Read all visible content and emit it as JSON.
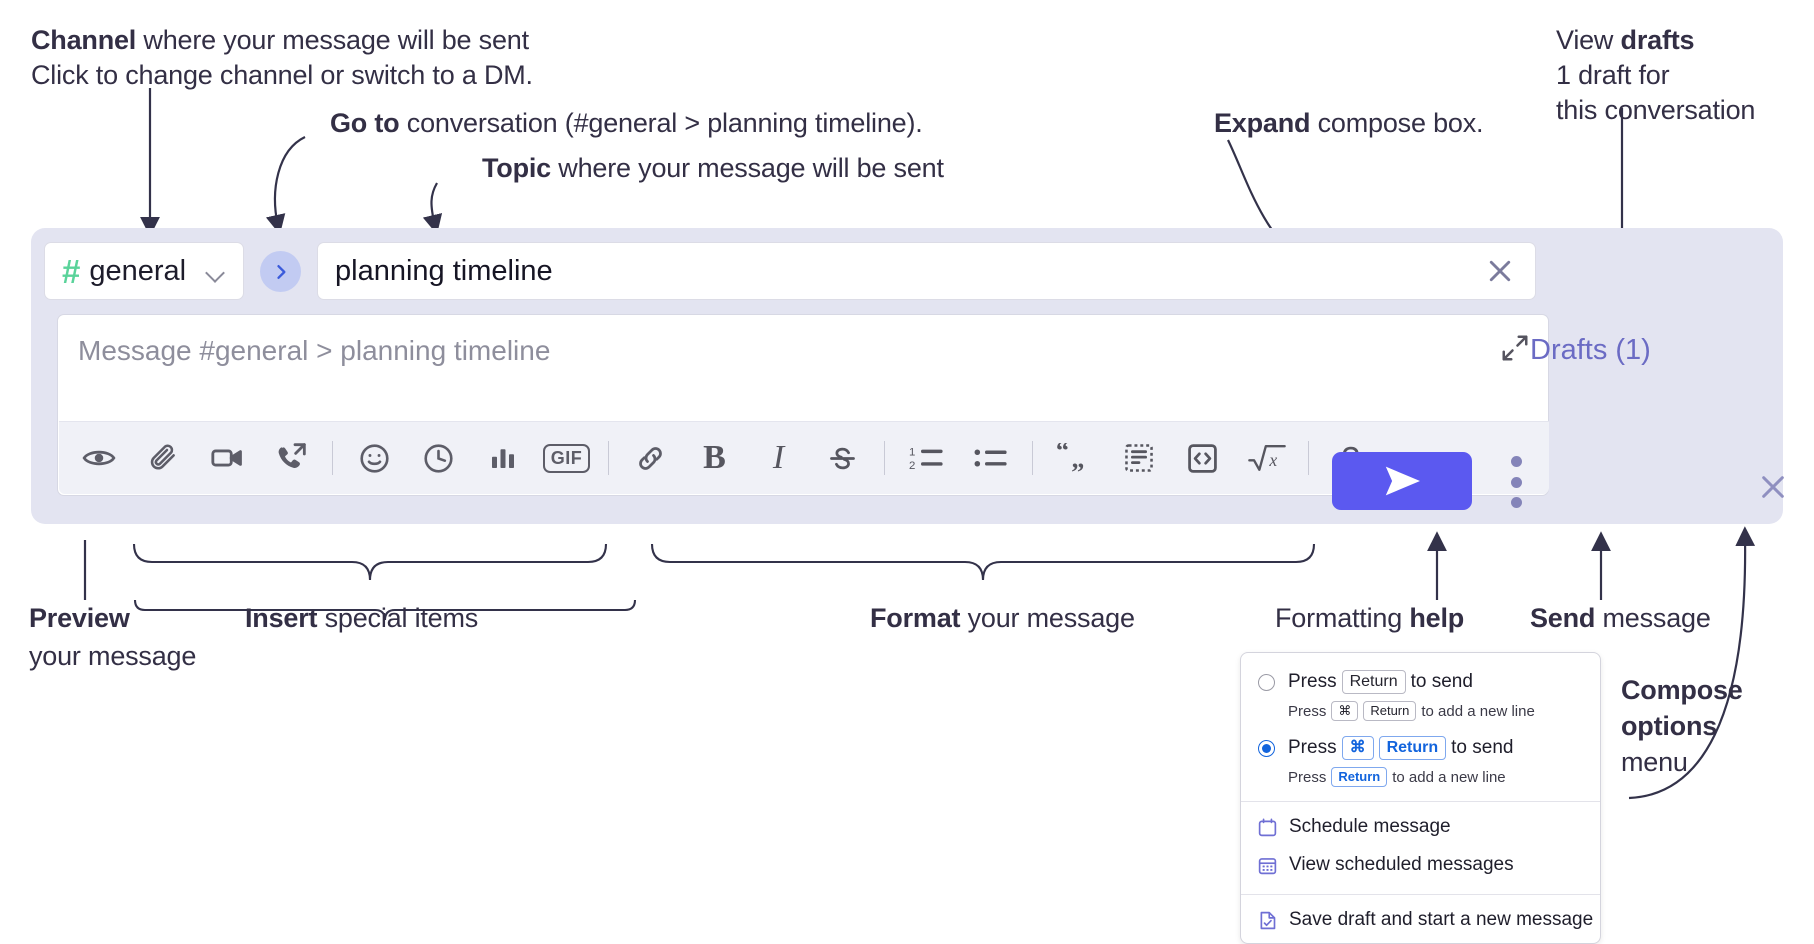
{
  "annotations": {
    "channel_title_bold": "Channel",
    "channel_title_rest": " where your message will be sent",
    "channel_sub": "Click to change channel or switch to a DM.",
    "goto_bold": "Go to",
    "goto_rest": " conversation (#general > planning timeline).",
    "topic_bold": "Topic",
    "topic_rest": " where your message will be sent",
    "expand_bold": "Expand",
    "expand_rest": " compose box.",
    "drafts_bold_pre": "View ",
    "drafts_bold": "drafts",
    "drafts_sub_line1": "1 draft for",
    "drafts_sub_line2": "this conversation",
    "preview_bold": "Preview",
    "preview_line2": "your message",
    "insert_bold": "Insert",
    "insert_rest": " special items",
    "format_bold": "Format",
    "format_rest": " your message",
    "help_pre": "Formatting ",
    "help_bold": "help",
    "send_bold": "Send",
    "send_rest": " message",
    "compose_opts_line1": "Compose",
    "compose_opts_line2": "options",
    "compose_opts_line3": "menu"
  },
  "compose": {
    "channel_hash": "#",
    "channel_name": "general",
    "topic_value": "planning timeline",
    "message_placeholder": "Message #general > planning timeline",
    "drafts_label": "Drafts (1)",
    "toolbar": [
      {
        "name": "preview-icon",
        "label": "Preview"
      },
      {
        "name": "attachment-icon",
        "label": "Attach file"
      },
      {
        "name": "video-icon",
        "label": "Video clip"
      },
      {
        "name": "audio-call-icon",
        "label": "Audio clip"
      },
      {
        "name": "emoji-icon",
        "label": "Emoji"
      },
      {
        "name": "clock-icon",
        "label": "Reminder"
      },
      {
        "name": "poll-icon",
        "label": "Poll"
      },
      {
        "name": "gif-icon",
        "label": "GIF"
      },
      {
        "name": "link-icon",
        "label": "Link"
      },
      {
        "name": "bold-icon",
        "label": "B"
      },
      {
        "name": "italic-icon",
        "label": "I"
      },
      {
        "name": "strikethrough-icon",
        "label": "S"
      },
      {
        "name": "ordered-list-icon",
        "label": "Ordered list"
      },
      {
        "name": "bulleted-list-icon",
        "label": "Bulleted list"
      },
      {
        "name": "blockquote-icon",
        "label": "Blockquote"
      },
      {
        "name": "code-block-icon",
        "label": "Code block"
      },
      {
        "name": "code-icon",
        "label": "Code"
      },
      {
        "name": "latex-icon",
        "label": "LaTeX"
      },
      {
        "name": "help-icon",
        "label": "?"
      }
    ],
    "gif_label": "GIF",
    "bold_label": "B",
    "italic_label": "I",
    "strike_label": "S",
    "help_label": "?",
    "latex_label": "x"
  },
  "options_menu": {
    "option1": {
      "selected": false,
      "pre": "Press",
      "key": "Return",
      "post": "to send",
      "sub_pre": "Press",
      "sub_key1": "⌘",
      "sub_key2": "Return",
      "sub_post": "to add a new line"
    },
    "option2": {
      "selected": true,
      "pre": "Press",
      "key1": "⌘",
      "key2": "Return",
      "post": "to send",
      "sub_pre": "Press",
      "sub_key": "Return",
      "sub_post": "to add a new line"
    },
    "items": [
      {
        "icon": "calendar-icon",
        "label": "Schedule message"
      },
      {
        "icon": "calendar-grid-icon",
        "label": "View scheduled messages"
      },
      {
        "icon": "save-draft-icon",
        "label": "Save draft and start a new message"
      }
    ]
  },
  "colors": {
    "panel_bg": "#e3e4f1",
    "send_button": "#5b59f0",
    "hash_green": "#5ad39a",
    "drafts_purple": "#6b6bc4",
    "radio_blue": "#1264dd",
    "menu_icon_purple": "#6f6fd4"
  }
}
